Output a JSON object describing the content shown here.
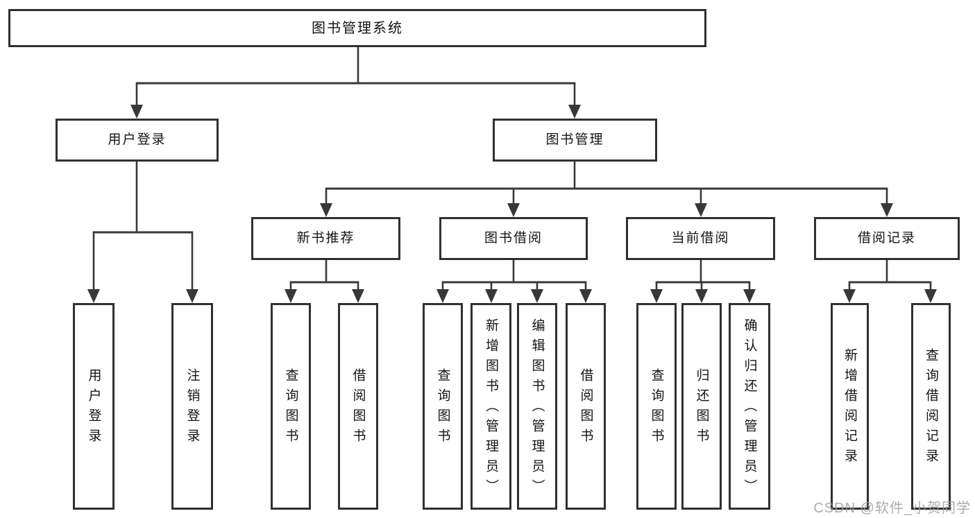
{
  "diagram": {
    "title": "图书管理系统",
    "nodes": [
      {
        "id": "root",
        "label": "图书管理系统",
        "parent": null
      },
      {
        "id": "user-login",
        "label": "用户登录",
        "parent": "root"
      },
      {
        "id": "book-management",
        "label": "图书管理",
        "parent": "root"
      },
      {
        "id": "new-book-recommend",
        "label": "新书推荐",
        "parent": "book-management"
      },
      {
        "id": "book-borrow",
        "label": "图书借阅",
        "parent": "book-management"
      },
      {
        "id": "current-borrow",
        "label": "当前借阅",
        "parent": "book-management"
      },
      {
        "id": "borrow-records",
        "label": "借阅记录",
        "parent": "book-management"
      },
      {
        "id": "leaf-user-login",
        "label": "用户登录",
        "parent": "user-login"
      },
      {
        "id": "leaf-logout",
        "label": "注销登录",
        "parent": "user-login"
      },
      {
        "id": "leaf-query-books-recommend",
        "label": "查询图书",
        "parent": "new-book-recommend"
      },
      {
        "id": "leaf-borrow-books-recommend",
        "label": "借阅图书",
        "parent": "new-book-recommend"
      },
      {
        "id": "leaf-query-books-borrow",
        "label": "查询图书",
        "parent": "book-borrow"
      },
      {
        "id": "leaf-add-book-admin",
        "label": "新增图书（管理员）",
        "parent": "book-borrow"
      },
      {
        "id": "leaf-edit-book-admin",
        "label": "编辑图书（管理员）",
        "parent": "book-borrow"
      },
      {
        "id": "leaf-borrow-books-borrow",
        "label": "借阅图书",
        "parent": "book-borrow"
      },
      {
        "id": "leaf-query-books-current",
        "label": "查询图书",
        "parent": "current-borrow"
      },
      {
        "id": "leaf-return-book",
        "label": "归还图书",
        "parent": "current-borrow"
      },
      {
        "id": "leaf-confirm-return-admin",
        "label": "确认归还（管理员）",
        "parent": "current-borrow"
      },
      {
        "id": "leaf-add-borrow-record",
        "label": "新增借阅记录",
        "parent": "borrow-records"
      },
      {
        "id": "leaf-query-borrow-record",
        "label": "查询借阅记录",
        "parent": "borrow-records"
      }
    ]
  },
  "watermark": {
    "text": "CSDN @软件_小贺同学",
    "color": "#9e9e9e"
  },
  "colors": {
    "line": "#383838",
    "box_border": "#303030",
    "text": "#141414",
    "background": "#ffffff"
  }
}
